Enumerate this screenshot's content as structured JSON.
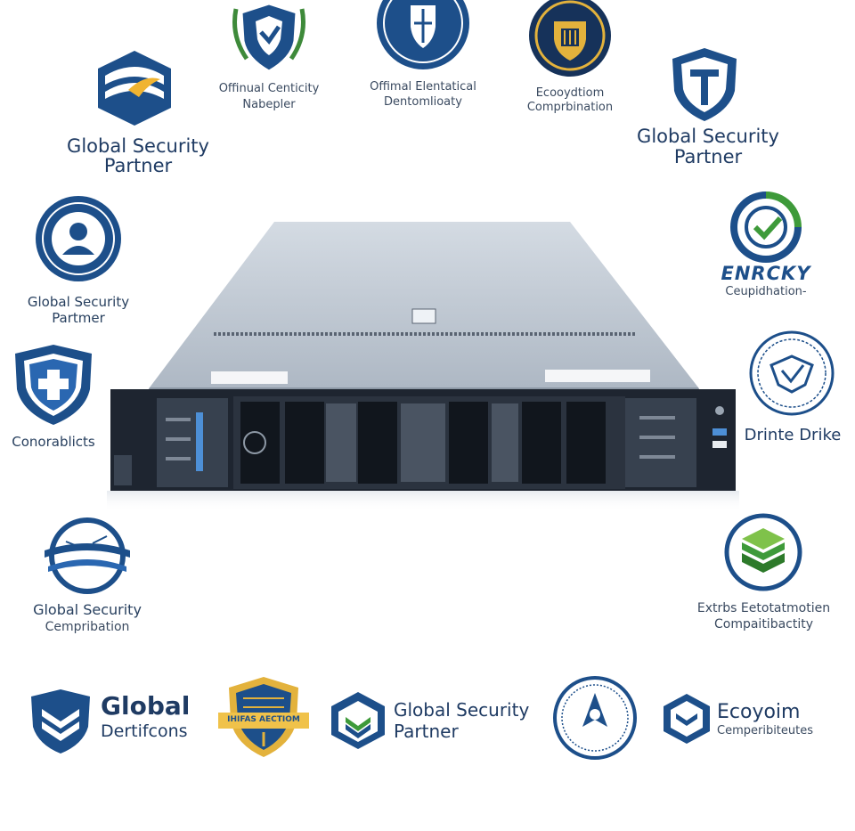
{
  "badges": {
    "b_top_left_large": {
      "line1": "Global Security",
      "line2": "Partner"
    },
    "b_top_shield": {
      "line1": "Offinual Centicity",
      "line2": "Nabepler"
    },
    "b_top_circle": {
      "line1": "Offimal Elentatical",
      "line2": "Dentomlioaty"
    },
    "b_top_gold": {
      "line1": "Ecooydtiom",
      "line2": "Comprbination"
    },
    "b_top_right_large": {
      "line1": "Global Security",
      "line2": "Partner"
    },
    "b_left_seal": {
      "line1": "Global Security",
      "line2": "Partmer"
    },
    "b_right_encry": {
      "line1": "ENRCKY",
      "line2": "Ceupidhation-"
    },
    "b_left_shield": {
      "line1": "Conorablicts"
    },
    "b_right_seal": {
      "line1": "Drinte Drike"
    },
    "b_left_wave": {
      "line1": "Global Security",
      "line2": "Cempribation"
    },
    "b_right_cube": {
      "line1": "Extrbs Eetotatmotien",
      "line2": "Compaitibactity"
    },
    "b_bottom_1": {
      "line1": "Global",
      "line2": "Dertifcons"
    },
    "b_bottom_2": {
      "banner": "IHIFAS AECTIOM"
    },
    "b_bottom_3": {
      "line1": "Global Security",
      "line2": "Partner"
    },
    "b_bottom_5": {
      "line1": "Ecoyoim",
      "line2": "Cemperibiteutes"
    }
  },
  "colors": {
    "navy": "#1c4a86",
    "blue": "#2a67b1",
    "green": "#3e9a3a",
    "gold": "#e3b23c",
    "steel": "#c9d1da"
  }
}
